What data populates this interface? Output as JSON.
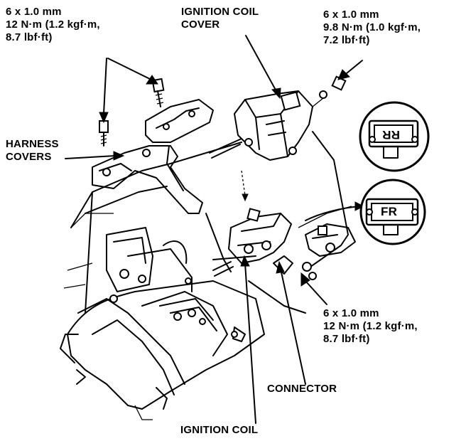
{
  "labels": {
    "bolt_top_left": [
      "6 x 1.0 mm",
      "12 N·m (1.2 kgf·m,",
      "8.7 lbf·ft)"
    ],
    "coil_cover": [
      "IGNITION COIL",
      "COVER"
    ],
    "bolt_top_right": [
      "6 x 1.0 mm",
      "9.8 N·m (1.0 kgf·m,",
      "7.2 lbf·ft)"
    ],
    "harness_covers": [
      "HARNESS",
      "COVERS"
    ],
    "bolt_right": [
      "6 x 1.0 mm",
      "12 N·m (1.2 kgf·m,",
      "8.7 lbf·ft)"
    ],
    "connector": "CONNECTOR",
    "ignition_coil": "IGNITION COIL",
    "inset_rear": "RR",
    "inset_front": "FR"
  },
  "icons": [
    "bolt-icon",
    "coil-cover-icon",
    "harness-cover-icon",
    "ignition-coil-icon",
    "connector-icon",
    "engine-manifold-icon"
  ]
}
